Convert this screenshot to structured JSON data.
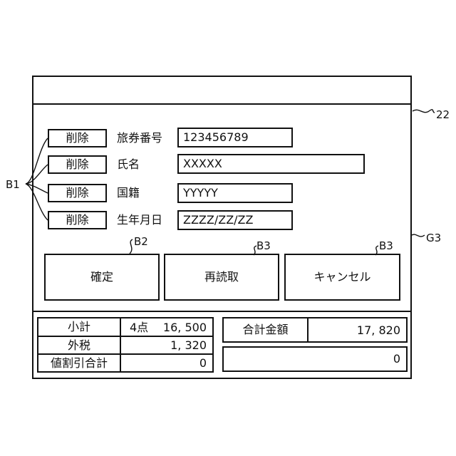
{
  "refs": {
    "screen": "22",
    "panel": "G3",
    "delete_buttons": "B1",
    "confirm": "B2",
    "reread": "B3",
    "cancel": "B3"
  },
  "fields": [
    {
      "delete_label": "削除",
      "label": "旅券番号",
      "value": "123456789"
    },
    {
      "delete_label": "削除",
      "label": "氏名",
      "value": "XXXXX"
    },
    {
      "delete_label": "削除",
      "label": "国籍",
      "value": "YYYYY"
    },
    {
      "delete_label": "削除",
      "label": "生年月日",
      "value": "ZZZZ/ZZ/ZZ"
    }
  ],
  "actions": {
    "confirm_label": "確定",
    "reread_label": "再読取",
    "cancel_label": "キャンセル"
  },
  "summary": {
    "subtotal_label": "小計",
    "subtotal_count": "4点",
    "subtotal_value": "16, 500",
    "tax_label": "外税",
    "tax_value": "1, 320",
    "discount_label": "値割引合計",
    "discount_value": "0",
    "total_label": "合計金額",
    "total_value": "17, 820",
    "extra_value": "0"
  }
}
